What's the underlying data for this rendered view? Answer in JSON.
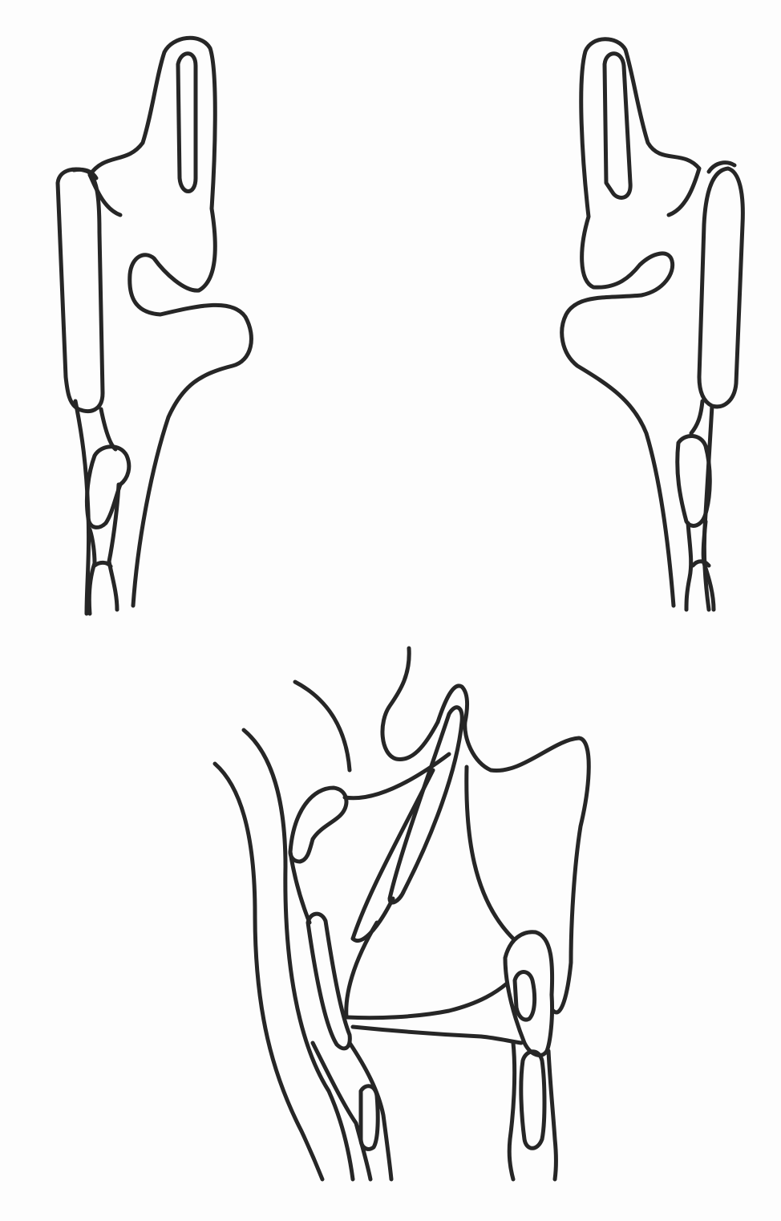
{
  "drawing": {
    "stroke_color": "#262626",
    "background_color": "#fdfdfd",
    "figures": [
      {
        "id": "top-left-figure"
      },
      {
        "id": "top-right-figure"
      },
      {
        "id": "bottom-center-figure"
      }
    ]
  }
}
